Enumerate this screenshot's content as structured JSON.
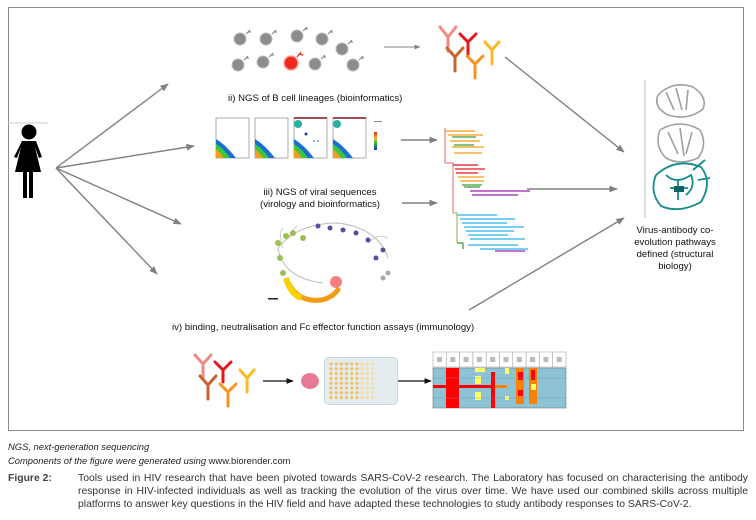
{
  "figure": {
    "labels": {
      "ngs_b_cell": "ii) NGS of B cell lineages (bioinformatics)",
      "ngs_viral_line1": "iii) NGS of viral sequences",
      "ngs_viral_line2": "(virology and bioinformatics)",
      "assays": "iv) binding, neutralisation and Fc effector function assays (immunology)",
      "structural": "Virus-antibody co-evolution pathways defined (structural biology)"
    },
    "icons": {
      "person": "person-female-icon",
      "b_cells": "b-cell-icon",
      "antibodies": "antibody-icon",
      "flow_plots": "flow-cytometry-plot-icon",
      "phylo_tree": "phylogenetic-tree-icon",
      "radial_tree": "radial-tree-icon",
      "plate": "well-plate-icon",
      "heatmap": "heatmap-icon",
      "protein": "protein-structure-icon"
    },
    "colors": {
      "arrow": "#808080",
      "cell_gray": "#8c8c8c",
      "cell_highlight": "#ee2a1a",
      "antibody_colors": [
        "#f08a84",
        "#e8141c",
        "#c8622e",
        "#f7941d",
        "#fbb927"
      ],
      "heatmap_blue": "#8ec3d6",
      "heatmap_red": "#ff0000",
      "heatmap_orange": "#ff8000",
      "heatmap_yellow": "#ffff66",
      "protein_gray": "#a0a0a0",
      "protein_teal": "#138c8c"
    }
  },
  "footnotes": {
    "abbrev": "NGS, next-generation sequencing",
    "credit_prefix": "Components of the figure were generated using ",
    "credit_url": "www.biorender.com"
  },
  "caption": {
    "label": "Figure 2:",
    "text": "Tools used in HIV research that have been pivoted towards SARS-CoV-2 research. The Laboratory has focused on characterising the antibody response in HIV-infected individuals as well as tracking the evolution of the virus over time. We have used our combined skills across multiple platforms to answer key questions in the HIV field and have adapted these technologies to study antibody responses to SARS-CoV-2."
  }
}
